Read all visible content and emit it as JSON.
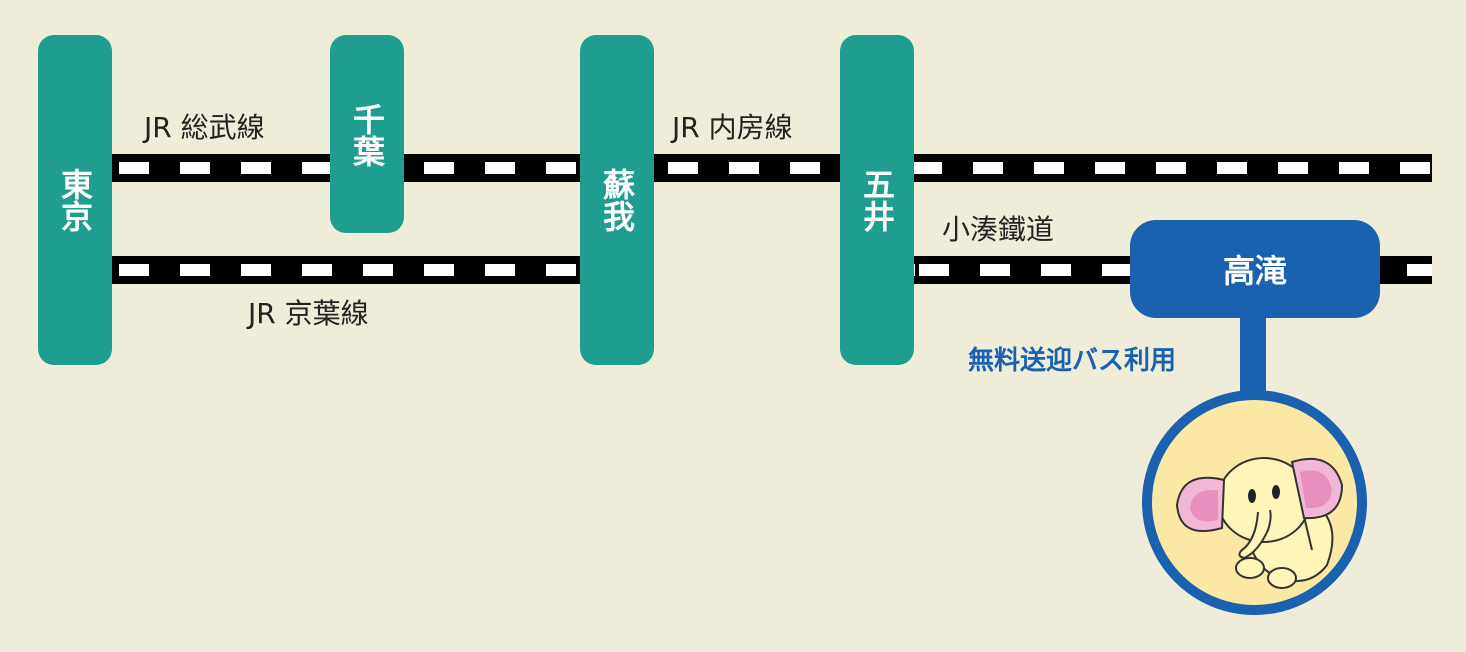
{
  "stations": {
    "tokyo": "東京",
    "chiba": "千葉",
    "soga": "蘇我",
    "goi": "五井"
  },
  "lines": {
    "sobu": "JR 総武線",
    "uchibo": "JR 内房線",
    "keiyo": "JR 京葉線",
    "kominato": "小湊鐵道"
  },
  "destination": {
    "name": "高滝",
    "bus_note": "無料送迎バス利用",
    "mascot_icon": "elephant-mascot-icon"
  },
  "colors": {
    "background": "#efedda",
    "station": "#1f9e8f",
    "destination": "#1a62b0",
    "track": "#000000"
  }
}
